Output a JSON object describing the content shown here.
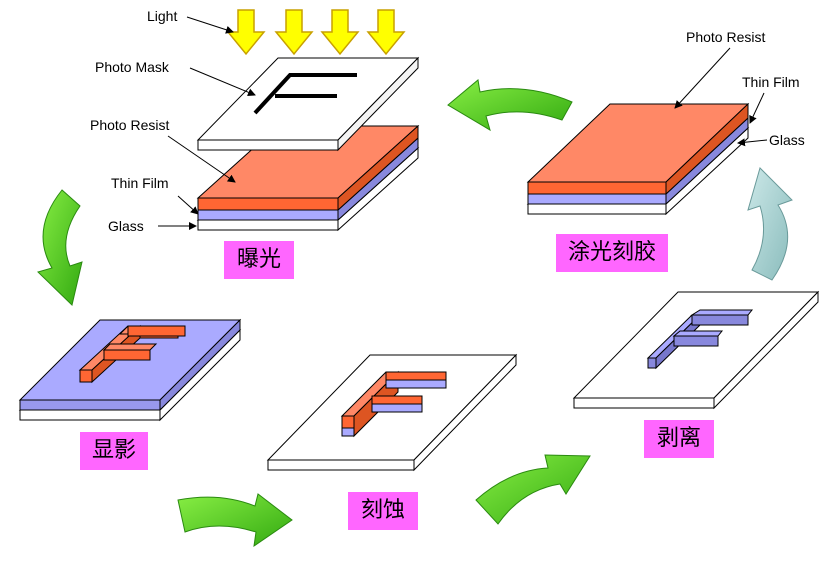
{
  "labels": {
    "light": "Light",
    "photo_mask": "Photo Mask",
    "photo_resist": "Photo Resist",
    "thin_film": "Thin Film",
    "glass": "Glass"
  },
  "steps": {
    "exposure": "曝光",
    "coating": "涂光刻胶",
    "developing": "显影",
    "etching": "刻蚀",
    "stripping": "剥离"
  },
  "colors": {
    "resist": "#ff8866",
    "thin_film": "#aaaaff",
    "glass": "#ffffff",
    "light_arrow": "#ffff00",
    "flow_arrow": "#55cc22",
    "flow_arrow_pale": "#99cccc",
    "step_label_bg": "#ff66ff"
  }
}
